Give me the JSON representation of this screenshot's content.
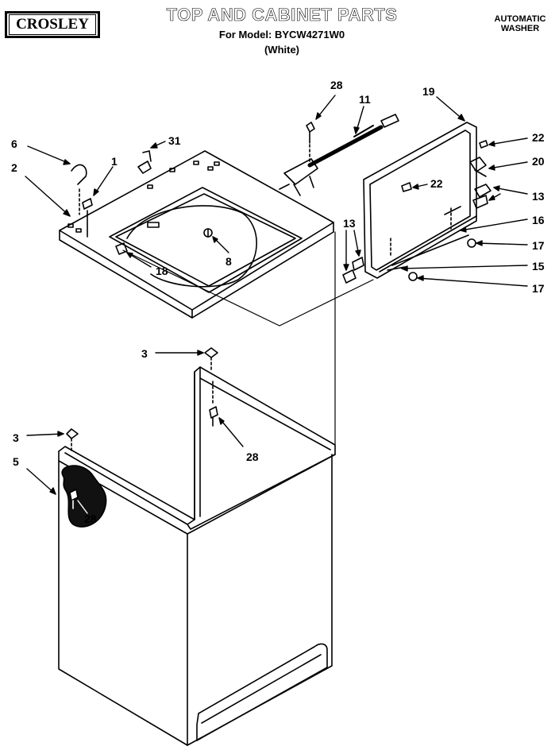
{
  "header": {
    "brand": "CROSLEY",
    "title": "TOP AND CABINET PARTS",
    "model_line": "For Model: BYCW4271W0",
    "color_line": "(White)",
    "product_line1": "AUTOMATIC",
    "product_line2": "WASHER"
  },
  "callouts": {
    "c28_top": "28",
    "c11": "11",
    "c19": "19",
    "c6": "6",
    "c31": "31",
    "c1": "1",
    "c2": "2",
    "c22_right": "22",
    "c20": "20",
    "c22_mid": "22",
    "c13_right": "13",
    "c16": "16",
    "c13_left": "13",
    "c17_upper": "17",
    "c15": "15",
    "c17_lower": "17",
    "c18": "18",
    "c8": "8",
    "c3_upper": "3",
    "c28_mid": "28",
    "c3_lower": "3",
    "c5": "5",
    "c28_bottom": "28"
  }
}
